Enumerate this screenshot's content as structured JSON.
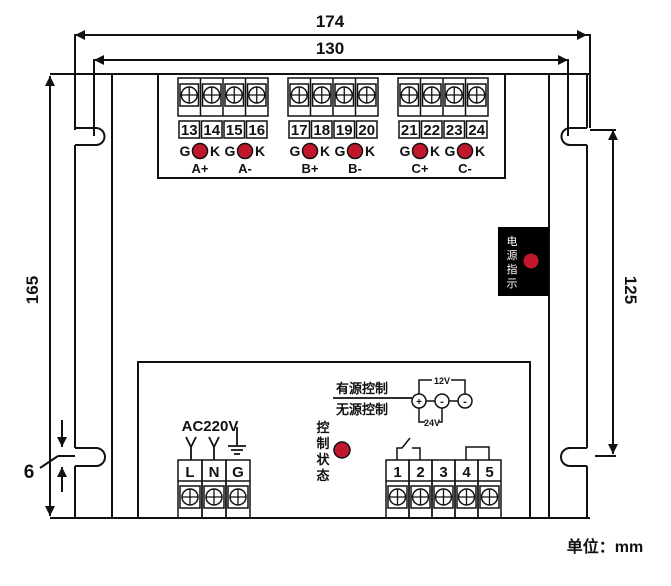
{
  "dimensions": {
    "width_total": "174",
    "width_mount": "130",
    "height_total": "165",
    "height_mount": "125",
    "slot": "6",
    "unit": "单位：mm"
  },
  "top_terminals": {
    "groups": [
      {
        "numbers": [
          "13",
          "14",
          "15",
          "16"
        ],
        "outputs": [
          {
            "g": "G",
            "k": "K",
            "label": "A+"
          },
          {
            "g": "G",
            "k": "K",
            "label": "A-"
          }
        ]
      },
      {
        "numbers": [
          "17",
          "18",
          "19",
          "20"
        ],
        "outputs": [
          {
            "g": "G",
            "k": "K",
            "label": "B+"
          },
          {
            "g": "G",
            "k": "K",
            "label": "B-"
          }
        ]
      },
      {
        "numbers": [
          "21",
          "22",
          "23",
          "24"
        ],
        "outputs": [
          {
            "g": "G",
            "k": "K",
            "label": "C+"
          },
          {
            "g": "G",
            "k": "K",
            "label": "C-"
          }
        ]
      }
    ]
  },
  "power_indicator": {
    "label": [
      "电",
      "源",
      "指",
      "示"
    ]
  },
  "bottom": {
    "power_label": "AC220V",
    "power_terminals": [
      "L",
      "N",
      "G"
    ],
    "control_active": "有源控制",
    "control_passive": "无源控制",
    "v12": "12V",
    "v24": "24V",
    "plus": "+",
    "minus": "-",
    "status_label": [
      "控",
      "制",
      "状",
      "态"
    ],
    "control_terminals": [
      "1",
      "2",
      "3",
      "4",
      "5"
    ]
  },
  "colors": {
    "led": "#c0172b",
    "line": "#111111",
    "indicator_bg": "#000000"
  }
}
